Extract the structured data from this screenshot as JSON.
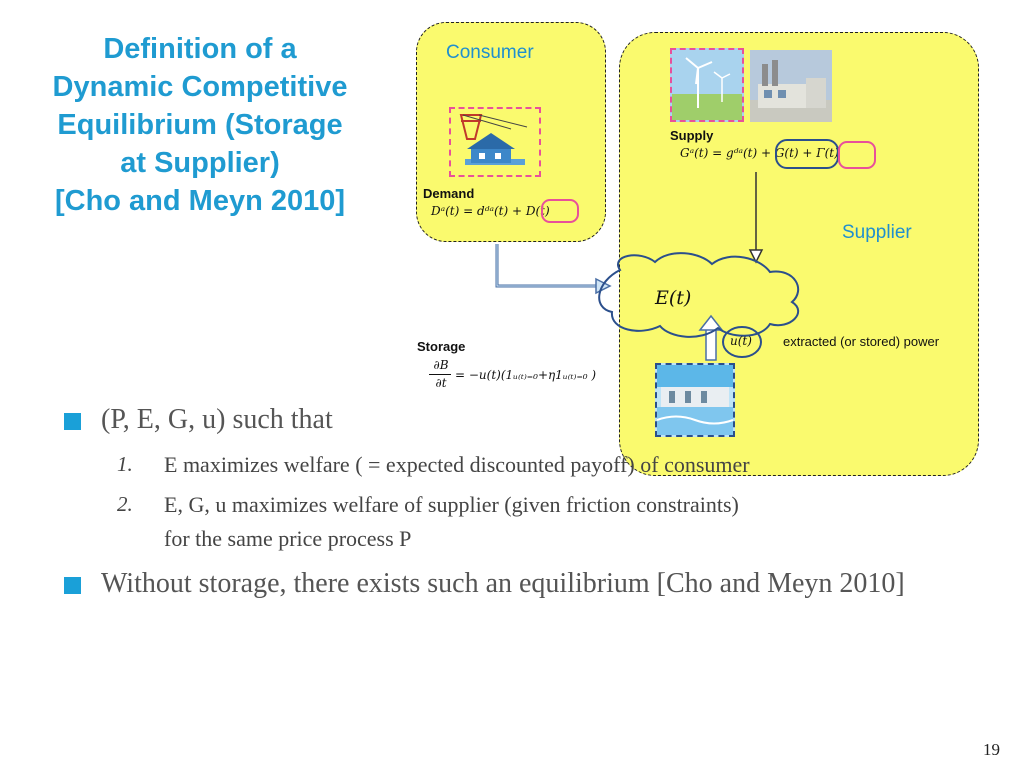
{
  "title": {
    "lines": [
      "Definition of a",
      "Dynamic Competitive",
      "Equilibrium (Storage",
      "at Supplier)",
      "[Cho and Meyn 2010]"
    ]
  },
  "diagram": {
    "consumer_label": "Consumer",
    "supplier_label": "Supplier",
    "demand_label": "Demand",
    "supply_label": "Supply",
    "storage_label": "Storage",
    "demand_eq": "Dᵃ(t) = dᵈᵃ(t) + D(t)",
    "supply_eq": "Gᵃ(t) = gᵈᵃ(t) + G(t) + Γ(t)",
    "storage_eq_num": "∂B",
    "storage_eq_den": "∂t",
    "storage_eq_rhs": "= −u(t)(1ᵤ₍ₜ₎₌₀+η1ᵤ₍ₜ₎₌₀ )",
    "cloud_label": "E(t)",
    "u_label": "u(t)",
    "extracted_label": "extracted (or stored)  power"
  },
  "bullets": [
    {
      "text": "(P, E, G, u) such that"
    },
    {
      "text": "Without storage, there exists such an equilibrium [Cho and Meyn 2010]"
    }
  ],
  "sub_items": [
    {
      "num": "1.",
      "text": "E maximizes welfare ( = expected discounted payoff) of consumer"
    },
    {
      "num": "2.",
      "text_line1": "E, G, u maximizes welfare of supplier (given friction constraints)",
      "text_line2": "for the same price process P"
    }
  ],
  "page_number": "19",
  "colors": {
    "accent": "#1f9bd1",
    "box_fill": "#fafa6e",
    "bullet": "#1aa0d8",
    "pink": "#e8509a",
    "navy": "#2b4f8c"
  }
}
